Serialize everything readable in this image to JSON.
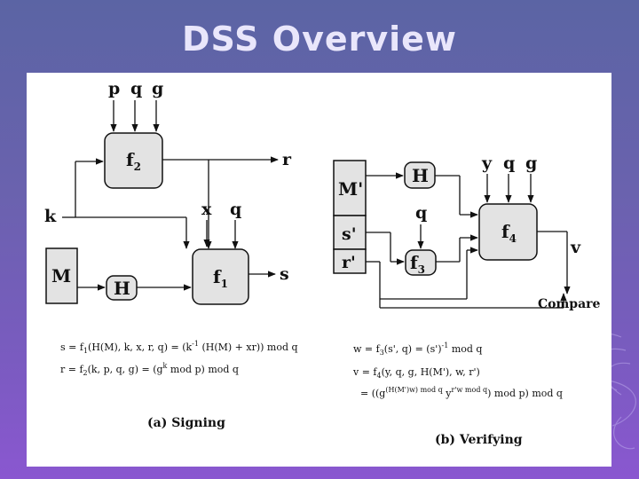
{
  "slide": {
    "title": "DSS Overview"
  },
  "signing": {
    "inputs": [
      "p",
      "q",
      "g"
    ],
    "k_label": "k",
    "r_label": "r",
    "x_label": "x",
    "q_label": "q",
    "s_label": "s",
    "M_label": "M",
    "H_label": "H",
    "f2": {
      "base": "f",
      "sub": "2"
    },
    "f1": {
      "base": "f",
      "sub": "1"
    },
    "eq_s": {
      "p1": "s  =  f",
      "sub": "1",
      "p2": "(H(M), k, x, r, q)  =  (k",
      "sup": "-1",
      "p3": " (H(M) + xr)) mod q"
    },
    "eq_r": {
      "p1": "r  =  f",
      "sub": "2",
      "p2": "(k, p, q, g)  =  (g",
      "sup": "k",
      "p3": " mod p) mod q"
    },
    "caption": "(a) Signing"
  },
  "verifying": {
    "inputs": [
      "y",
      "q",
      "g"
    ],
    "M_label": "M'",
    "s_label": "s'",
    "r_label": "r'",
    "H_label": "H",
    "q_label": "q",
    "v_label": "v",
    "compare_label": "Compare",
    "f3": {
      "base": "f",
      "sub": "3"
    },
    "f4": {
      "base": "f",
      "sub": "4"
    },
    "eq_w": {
      "p1": "w  =  f",
      "sub": "3",
      "p2": "(s', q)  =  (s')",
      "sup": "-1",
      "p3": " mod q"
    },
    "eq_v": {
      "p1": "v  =  f",
      "sub": "4",
      "p2": "(y, q, g, H(M'), w, r')"
    },
    "eq_v2": {
      "p1": "=  ((g",
      "sup1": "(H(M')w) mod q",
      "p2": " y",
      "sup2": "r'w mod q",
      "p3": ") mod p) mod q"
    },
    "caption": "(b) Verifying"
  }
}
